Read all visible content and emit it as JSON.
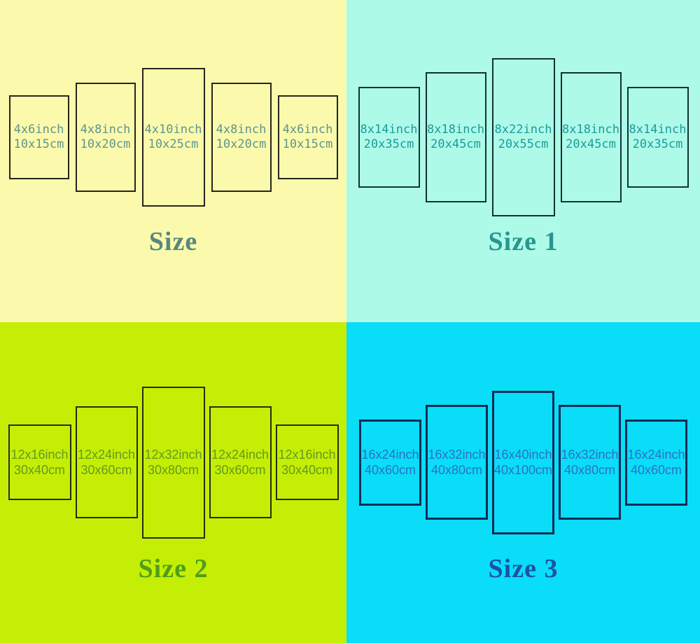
{
  "quadrants": [
    {
      "label": "Size",
      "background_color": "#FBFAAC",
      "text_color": "#5F948E",
      "label_color": "#578881",
      "border_color": "#26251B",
      "panels": [
        {
          "inch": "4x6inch",
          "cm": "10x15cm"
        },
        {
          "inch": "4x8inch",
          "cm": "10x20cm"
        },
        {
          "inch": "4x10inch",
          "cm": "10x25cm"
        },
        {
          "inch": "4x8inch",
          "cm": "10x20cm"
        },
        {
          "inch": "4x6inch",
          "cm": "10x15cm"
        }
      ]
    },
    {
      "label": "Size 1",
      "background_color": "#AEFAE9",
      "text_color": "#1C9B99",
      "label_color": "#27968F",
      "border_color": "#0F3331",
      "panels": [
        {
          "inch": "8x14inch",
          "cm": "20x35cm"
        },
        {
          "inch": "8x18inch",
          "cm": "20x45cm"
        },
        {
          "inch": "8x22inch",
          "cm": "20x55cm"
        },
        {
          "inch": "8x18inch",
          "cm": "20x45cm"
        },
        {
          "inch": "8x14inch",
          "cm": "20x35cm"
        }
      ]
    },
    {
      "label": "Size 2",
      "background_color": "#C4EE06",
      "text_color": "#649A1D",
      "label_color": "#4F9E1A",
      "border_color": "#242E0A",
      "panels": [
        {
          "inch": "12x16inch",
          "cm": "30x40cm"
        },
        {
          "inch": "12x24inch",
          "cm": "30x60cm"
        },
        {
          "inch": "12x32inch",
          "cm": "30x80cm"
        },
        {
          "inch": "12x24inch",
          "cm": "30x60cm"
        },
        {
          "inch": "12x16inch",
          "cm": "30x40cm"
        }
      ]
    },
    {
      "label": "Size 3",
      "background_color": "#0ADDF8",
      "text_color": "#2B70C6",
      "label_color": "#1A52A8",
      "border_color": "#0E2C56",
      "panels": [
        {
          "inch": "16x24inch",
          "cm": "40x60cm"
        },
        {
          "inch": "16x32inch",
          "cm": "40x80cm"
        },
        {
          "inch": "16x40inch",
          "cm": "40x100cm"
        },
        {
          "inch": "16x32inch",
          "cm": "40x80cm"
        },
        {
          "inch": "16x24inch",
          "cm": "40x60cm"
        }
      ]
    }
  ]
}
